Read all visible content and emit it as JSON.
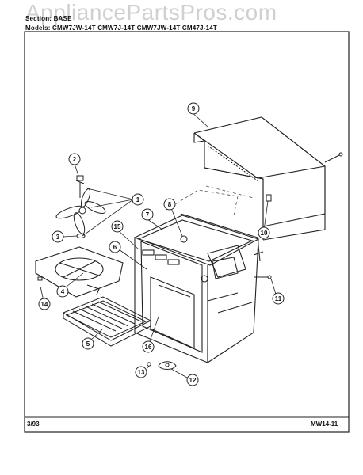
{
  "watermark": "AppliancePartsPros.com",
  "header": {
    "section": "Section: BASE",
    "models": "Models: CMW7JW-14T   CMW7J-14T   CMW7JW-14T   CM47J-14T"
  },
  "footer": {
    "date": "3/93",
    "code": "MW14-11"
  },
  "callouts": [
    "1",
    "2",
    "3",
    "4",
    "5",
    "6",
    "7",
    "8",
    "9",
    "10",
    "11",
    "12",
    "13",
    "14",
    "15",
    "16"
  ],
  "colors": {
    "line": "#222222",
    "watermark": "#9a9a9a"
  }
}
